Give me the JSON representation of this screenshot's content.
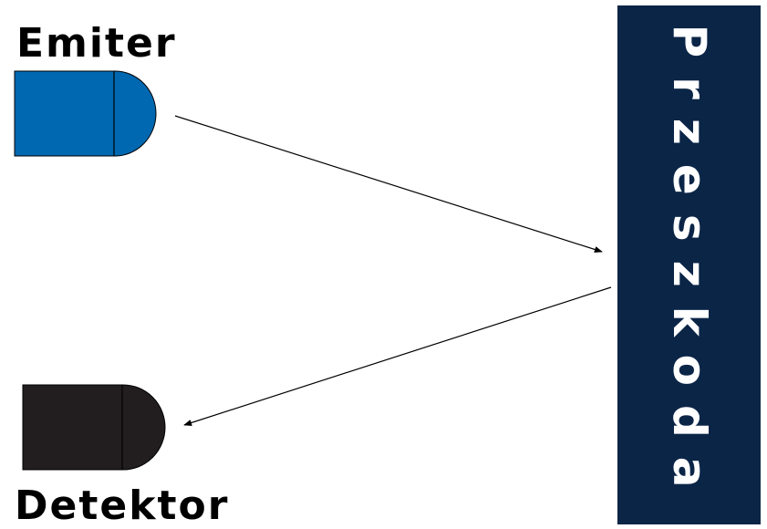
{
  "labels": {
    "emitter": "Emiter",
    "detector": "Detektor",
    "obstacle": "Przeszkoda"
  },
  "colors": {
    "emitter": "#0068b0",
    "detector": "#221e1f",
    "obstacle": "#0b2547",
    "obstacle_text": "#ffffff",
    "arrow": "#000000"
  }
}
